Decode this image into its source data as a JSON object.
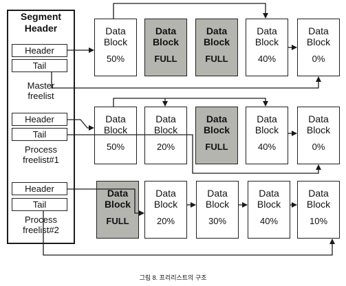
{
  "segment": {
    "title": "Segment\nHeader",
    "freelists": [
      {
        "header_label": "Header",
        "tail_label": "Tail",
        "name": "Master\nfreelist"
      },
      {
        "header_label": "Header",
        "tail_label": "Tail",
        "name": "Process\nfreelist#1"
      },
      {
        "header_label": "Header",
        "tail_label": "Tail",
        "name": "Process\nfreelist#2"
      }
    ]
  },
  "rows": [
    {
      "blocks": [
        {
          "label": "Data\nBlock",
          "fill": "50%",
          "full": false
        },
        {
          "label": "Data\nBlock",
          "fill": "FULL",
          "full": true
        },
        {
          "label": "Data\nBlock",
          "fill": "FULL",
          "full": true
        },
        {
          "label": "Data\nBlock",
          "fill": "40%",
          "full": false
        },
        {
          "label": "Data\nBlock",
          "fill": "0%",
          "full": false
        }
      ]
    },
    {
      "blocks": [
        {
          "label": "Data\nBlock",
          "fill": "50%",
          "full": false
        },
        {
          "label": "Data\nBlock",
          "fill": "20%",
          "full": false
        },
        {
          "label": "Data\nBlock",
          "fill": "FULL",
          "full": true
        },
        {
          "label": "Data\nBlock",
          "fill": "40%",
          "full": false
        },
        {
          "label": "Data\nBlock",
          "fill": "0%",
          "full": false
        }
      ]
    },
    {
      "blocks": [
        {
          "label": "Data\nBlock",
          "fill": "FULL",
          "full": true
        },
        {
          "label": "Data\nBlock",
          "fill": "20%",
          "full": false
        },
        {
          "label": "Data\nBlock",
          "fill": "30%",
          "full": false
        },
        {
          "label": "Data\nBlock",
          "fill": "40%",
          "full": false
        },
        {
          "label": "Data\nBlock",
          "fill": "10%",
          "full": false
        }
      ]
    }
  ],
  "caption": "그림 8. 프리리스트의 구조",
  "colors": {
    "full_block": "#b5b5b0",
    "line": "#1a1a1a"
  }
}
